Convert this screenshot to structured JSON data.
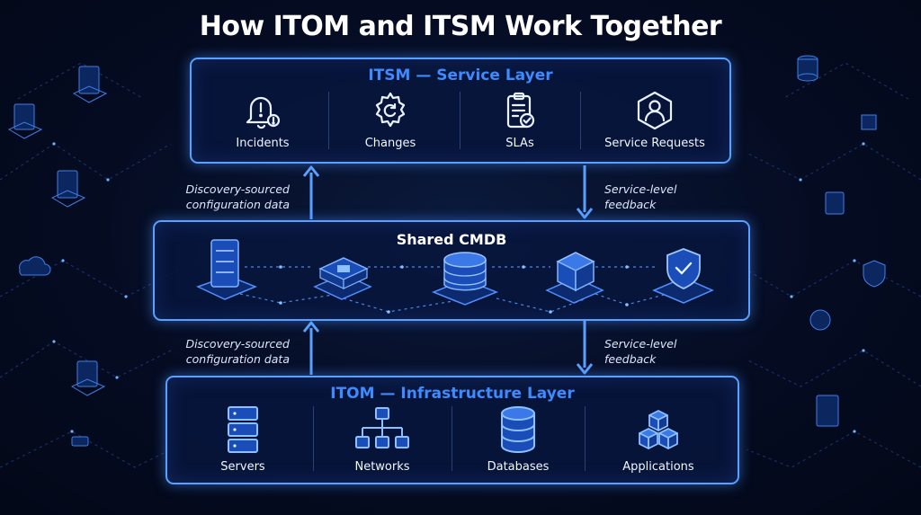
{
  "title": "How ITOM and ITSM Work Together",
  "itsm": {
    "title": "ITSM — Service Layer",
    "items": [
      {
        "label": "Incidents",
        "icon": "bell-alert-icon"
      },
      {
        "label": "Changes",
        "icon": "gear-cycle-icon"
      },
      {
        "label": "SLAs",
        "icon": "clipboard-check-icon"
      },
      {
        "label": "Service Requests",
        "icon": "user-hexagon-icon"
      }
    ]
  },
  "cmdb": {
    "title": "Shared CMDB",
    "nodes": [
      {
        "icon": "server-icon"
      },
      {
        "icon": "network-switch-icon"
      },
      {
        "icon": "database-icon"
      },
      {
        "icon": "cube-icon"
      },
      {
        "icon": "shield-check-icon"
      }
    ]
  },
  "itom": {
    "title": "ITOM — Infrastructure Layer",
    "items": [
      {
        "label": "Servers",
        "icon": "server-stack-icon"
      },
      {
        "label": "Networks",
        "icon": "network-tree-icon"
      },
      {
        "label": "Databases",
        "icon": "database-icon"
      },
      {
        "label": "Applications",
        "icon": "cubes-icon"
      }
    ]
  },
  "flows": {
    "up_label": [
      "Discovery-sourced",
      "configuration data"
    ],
    "down_label": [
      "Service-level",
      "feedback"
    ]
  },
  "colors": {
    "accent": "#3d8bff",
    "border": "#5aa0ff",
    "background": "#050c22"
  }
}
